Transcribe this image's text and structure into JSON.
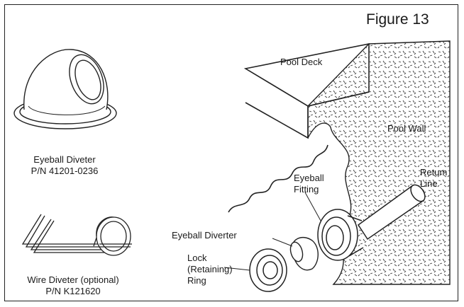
{
  "figure_title": "Figure 13",
  "parts": {
    "eyeball_diverter": {
      "name": "Eyeball Diveter",
      "part_number": "P/N 41201-0236"
    },
    "wire_diverter": {
      "name": "Wire Diveter (optional)",
      "part_number": "P/N K121620"
    }
  },
  "callouts": {
    "pool_deck": "Pool Deck",
    "pool_wall": "Pool Wall",
    "return_line_1": "Retum",
    "return_line_2": "Line",
    "eyeball_fitting_1": "Eyeball",
    "eyeball_fitting_2": "Fitting",
    "eyeball_diverter": "Eyeball Diverter",
    "lock_ring_1": "Lock",
    "lock_ring_2": "(Retaining)",
    "lock_ring_3": "Ring"
  }
}
